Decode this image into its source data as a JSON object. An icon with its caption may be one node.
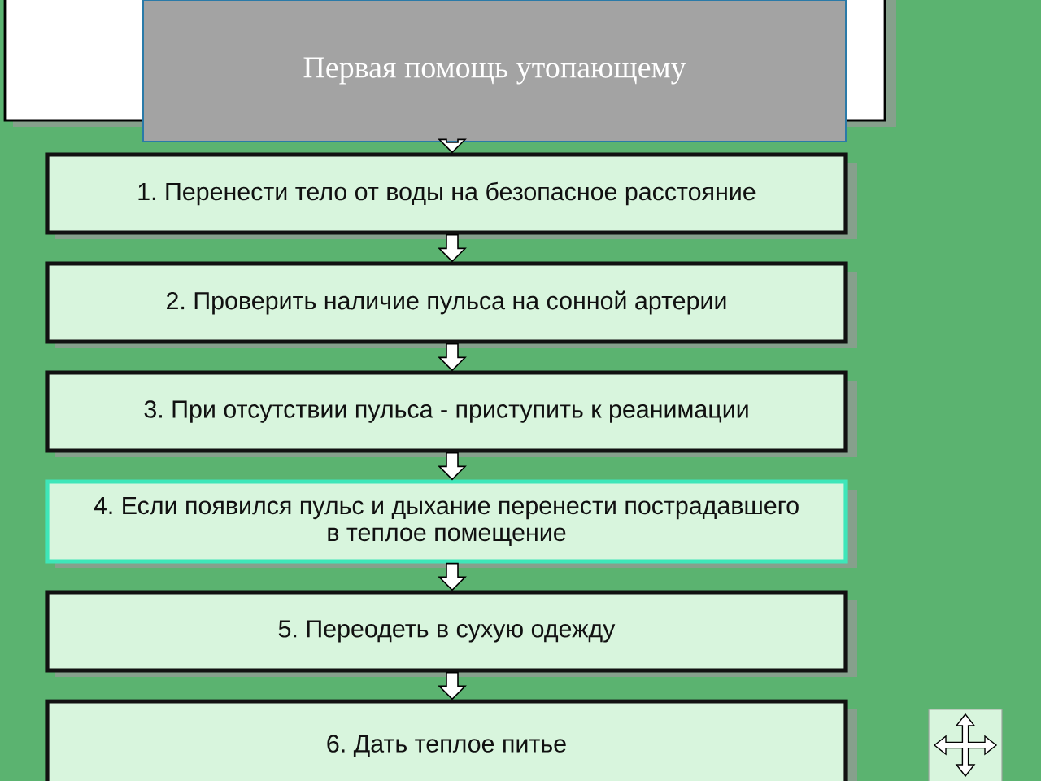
{
  "diagram": {
    "nodes": [
      {
        "text": [],
        "shape": "box"
      },
      {
        "text": [
          "Первая помощь утопающему"
        ]
      },
      {
        "text": [
          "1. Перенести тело от воды на безопасное расстояние"
        ]
      },
      {
        "text": [
          "2. Проверить наличие пульса на сонной артерии"
        ]
      },
      {
        "text": [
          "3. При отсутствии пульса - приступить к реанимации"
        ]
      },
      {
        "text": [
          "4. Если появился пульс и дыхание перенести пострадавшего в теплое помещение"
        ]
      },
      {
        "text": [
          "5. Переодеть в сухую одежду"
        ]
      },
      {
        "text": [
          "6. Дать теплое питье"
        ]
      }
    ],
    "edges": [
      {
        "from": 1,
        "to": 2,
        "arrow": "to"
      },
      {
        "from": 2,
        "to": 3,
        "arrow": "to"
      },
      {
        "from": 3,
        "to": 4,
        "arrow": "to"
      },
      {
        "from": 4,
        "to": 5,
        "arrow": "to"
      },
      {
        "from": 5,
        "to": 6,
        "arrow": "to"
      },
      {
        "from": 6,
        "to": 7,
        "arrow": "to"
      }
    ]
  }
}
